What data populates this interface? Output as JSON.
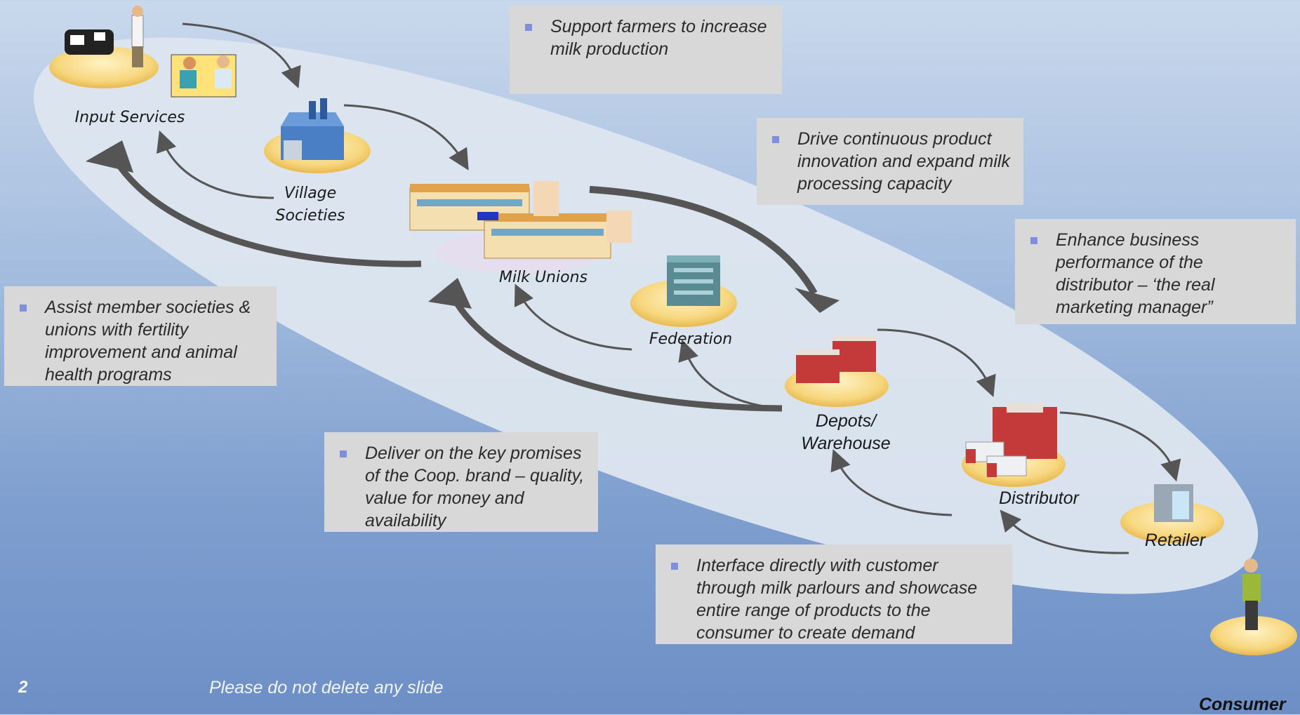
{
  "callouts": {
    "support_farmers": "Support farmers to increase milk production",
    "product_innovation": "Drive continuous product innovation and expand milk processing capacity",
    "distributor_performance": "Enhance business performance of the distributor – ‘the real marketing manager”",
    "assist_members": "Assist member societies & unions with fertility improvement and animal health programs",
    "brand_promises": "Deliver on the key promises of the Coop. brand – quality, value for money and availability",
    "customer_interface": "Interface directly with customer through milk parlours and showcase entire range of products to the consumer to create demand"
  },
  "nodes": {
    "input_services": "Input Services",
    "village_societies_1": "Village",
    "village_societies_2": "Societies",
    "milk_unions": "Milk Unions",
    "federation": "Federation",
    "depots_1": "Depots/",
    "depots_2": "Warehouse",
    "distributor": "Distributor",
    "retailer": "Retailer",
    "consumer": "Consumer"
  },
  "footer": {
    "page_number": "2",
    "note": "Please do not delete any slide"
  },
  "colors": {
    "ellipse": "#dde6ef",
    "platform": "#f6d27a",
    "arrow": "#555555",
    "callout_bg": "#d8d8d8",
    "bullet": "#7f8fd9"
  }
}
